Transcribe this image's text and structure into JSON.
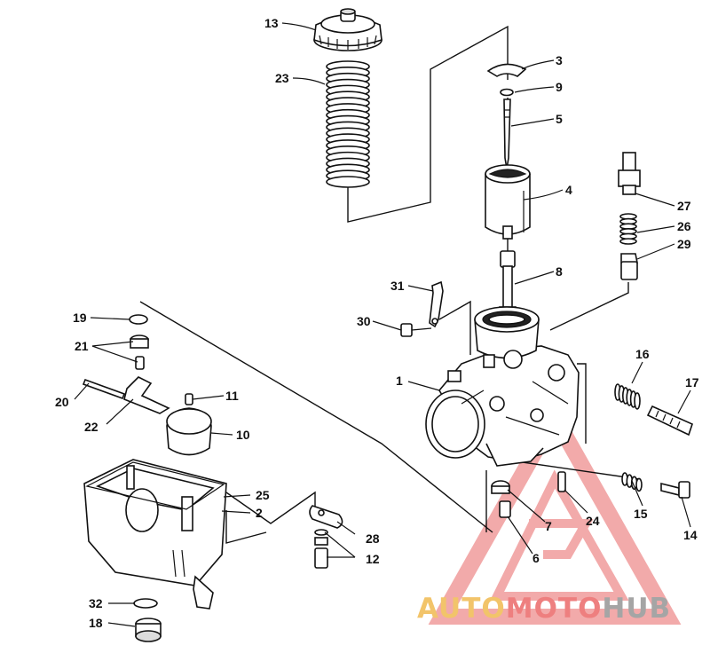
{
  "callouts": [
    {
      "id": "c1",
      "text": "1"
    },
    {
      "id": "c2",
      "text": "2"
    },
    {
      "id": "c3",
      "text": "3"
    },
    {
      "id": "c4",
      "text": "4"
    },
    {
      "id": "c5",
      "text": "5"
    },
    {
      "id": "c6",
      "text": "6"
    },
    {
      "id": "c7",
      "text": "7"
    },
    {
      "id": "c8",
      "text": "8"
    },
    {
      "id": "c9",
      "text": "9"
    },
    {
      "id": "c10",
      "text": "10"
    },
    {
      "id": "c11",
      "text": "11"
    },
    {
      "id": "c12",
      "text": "12"
    },
    {
      "id": "c13",
      "text": "13"
    },
    {
      "id": "c14",
      "text": "14"
    },
    {
      "id": "c15",
      "text": "15"
    },
    {
      "id": "c16",
      "text": "16"
    },
    {
      "id": "c17",
      "text": "17"
    },
    {
      "id": "c18",
      "text": "18"
    },
    {
      "id": "c19",
      "text": "19"
    },
    {
      "id": "c20",
      "text": "20"
    },
    {
      "id": "c21",
      "text": "21"
    },
    {
      "id": "c22",
      "text": "22"
    },
    {
      "id": "c23",
      "text": "23"
    },
    {
      "id": "c24",
      "text": "24"
    },
    {
      "id": "c25",
      "text": "25"
    },
    {
      "id": "c26",
      "text": "26"
    },
    {
      "id": "c27",
      "text": "27"
    },
    {
      "id": "c28",
      "text": "28"
    },
    {
      "id": "c29",
      "text": "29"
    },
    {
      "id": "c30",
      "text": "30"
    },
    {
      "id": "c31",
      "text": "31"
    },
    {
      "id": "c32",
      "text": "32"
    }
  ],
  "watermark": {
    "part1": "AUTO",
    "part2": "MOTO",
    "part3": "HUB",
    "colors": {
      "part1": "#f2c46a",
      "part2": "#ee7f7f",
      "part3": "#a5a5a5",
      "logo": "#ee8e8e"
    }
  }
}
